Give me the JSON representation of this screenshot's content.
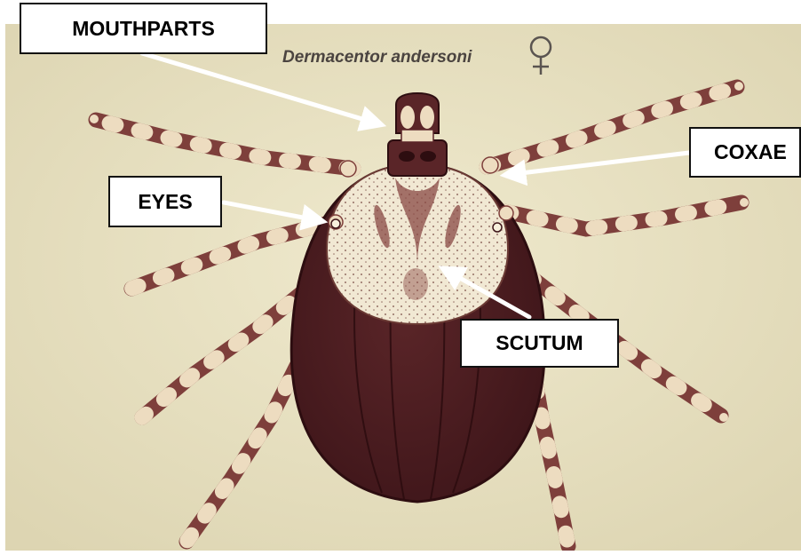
{
  "title": "Dermacentor andersoni",
  "sex_symbol": "♀",
  "labels": {
    "mouthparts": "MOUTHPARTS",
    "coxae": "COXAE",
    "eyes": "EYES",
    "scutum": "SCUTUM"
  },
  "colors": {
    "background": "#e9e3c4",
    "body": "#4e1e22",
    "scutum": "#f1e8d3",
    "leg": "#8a4a45",
    "leg_joint": "#eddcc0",
    "arrow": "#ffffff"
  }
}
